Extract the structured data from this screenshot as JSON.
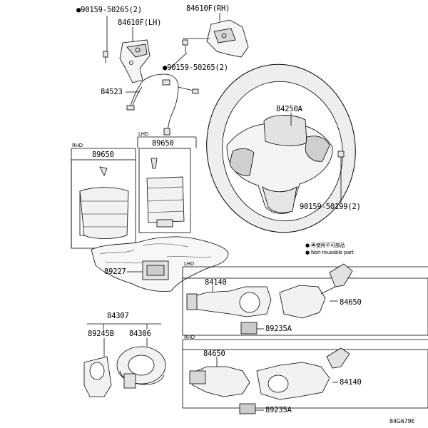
{
  "labels": {
    "p_90159_50265_top": "●90159-50265(2)",
    "p_84610F_LH": "84610F(LH)",
    "p_84610F_RH": "84610F(RH)",
    "p_90159_50265_mid": "●90159-50265(2)",
    "p_84523": "84523",
    "p_84250A": "84250A",
    "rhd_tag_1": "RHD",
    "p_89650_rhd": "89650",
    "lhd_tag_1": "LHD",
    "p_89650_lhd": "89650",
    "p_90159_50199": "90159-50199(2)",
    "legend_1": "● 再使用不可部品",
    "legend_2": "● Non-reusable part",
    "p_89227": "89227",
    "lhd_tag_2": "LHD",
    "p_84140_lhd": "84140",
    "p_84650_lhd": "84650",
    "p_89235A_lhd": "89235A",
    "p_84307": "84307",
    "p_89245B": "89245B",
    "p_84306": "84306",
    "rhd_tag_2": "RHD",
    "p_84650_rhd": "84650",
    "p_84140_rhd": "84140",
    "p_89235A_rhd": "89235A",
    "diagram_id": "84G679E"
  },
  "colors": {
    "line": "#000000",
    "part_fill": "#f4f4f4",
    "shade": "#bdbdbd",
    "dark": "#555555"
  }
}
